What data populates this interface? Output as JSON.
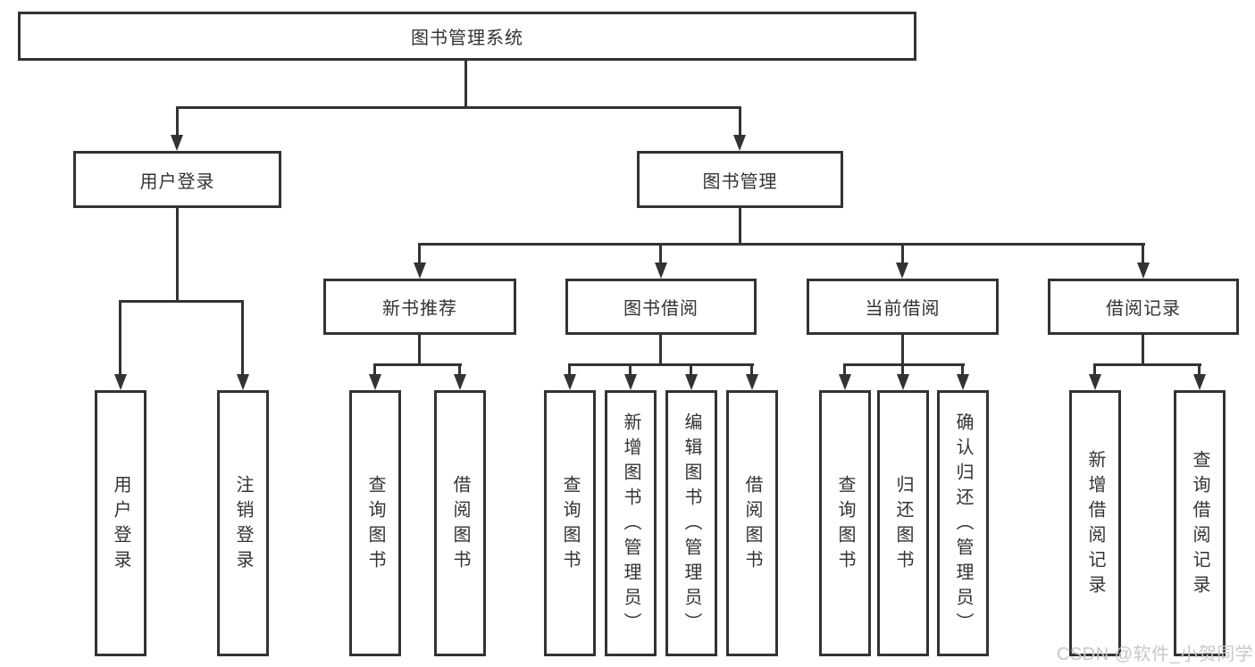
{
  "diagram": {
    "root": {
      "label": "图书管理系统"
    },
    "level2": [
      {
        "label": "用户登录"
      },
      {
        "label": "图书管理"
      }
    ],
    "level3": [
      {
        "label": "新书推荐"
      },
      {
        "label": "图书借阅"
      },
      {
        "label": "当前借阅"
      },
      {
        "label": "借阅记录"
      }
    ],
    "leaves": {
      "user_login": [
        {
          "label": "用户登录"
        },
        {
          "label": "注销登录"
        }
      ],
      "new_book_recommend": [
        {
          "label": "查询图书"
        },
        {
          "label": "借阅图书"
        }
      ],
      "book_borrowing": [
        {
          "label": "查询图书"
        },
        {
          "label": "新增图书（管理员）"
        },
        {
          "label": "编辑图书（管理员）"
        },
        {
          "label": "借阅图书"
        }
      ],
      "current_borrowing": [
        {
          "label": "查询图书"
        },
        {
          "label": "归还图书"
        },
        {
          "label": "确认归还（管理员）"
        }
      ],
      "borrowing_records": [
        {
          "label": "新增借阅记录"
        },
        {
          "label": "查询借阅记录"
        }
      ]
    }
  },
  "watermark": {
    "text": "CSDN @软件_小贺同学"
  },
  "colors": {
    "line": "#333333",
    "box_border": "#333333",
    "text": "#333333",
    "background": "#ffffff",
    "watermark": "#c8c8c8"
  }
}
